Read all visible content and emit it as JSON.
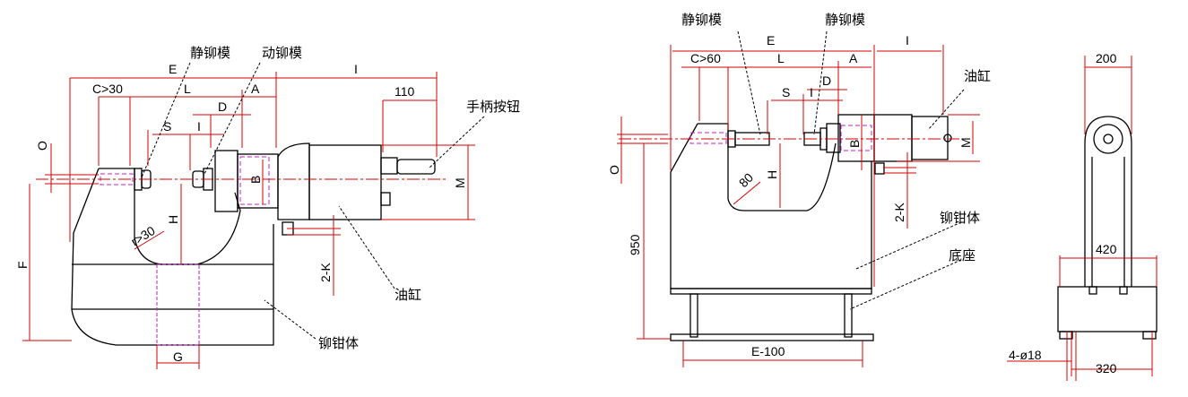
{
  "left_view": {
    "static_die": "静铆模",
    "moving_die": "动铆模",
    "handle_button": "手柄按钮",
    "cylinder": "油缸",
    "clamp_body": "铆钳体",
    "dims": {
      "E": "E",
      "C": "C>30",
      "L": "L",
      "A": "A",
      "I": "I",
      "d110": "110",
      "O": "O",
      "S": "S",
      "I2": "I",
      "D": "D",
      "B": "B",
      "M": "M",
      "H": "H",
      "R": "r>30",
      "F": "F",
      "K": "2-K",
      "G": "G"
    }
  },
  "middle_view": {
    "static_die_1": "静铆模",
    "static_die_2": "静铆模",
    "cylinder": "油缸",
    "clamp_body": "铆钳体",
    "base": "底座",
    "dims": {
      "E": "E",
      "C": "C>60",
      "L": "L",
      "A": "A",
      "I": "I",
      "S": "S",
      "I2": "I",
      "D": "D",
      "O": "O",
      "R": "80",
      "H": "H",
      "B": "B",
      "M": "M",
      "K": "2-K",
      "h950": "950",
      "E100": "E-100"
    }
  },
  "side_view": {
    "dims": {
      "w200": "200",
      "w420": "420",
      "w320": "320",
      "holes": "4-ø18"
    }
  }
}
